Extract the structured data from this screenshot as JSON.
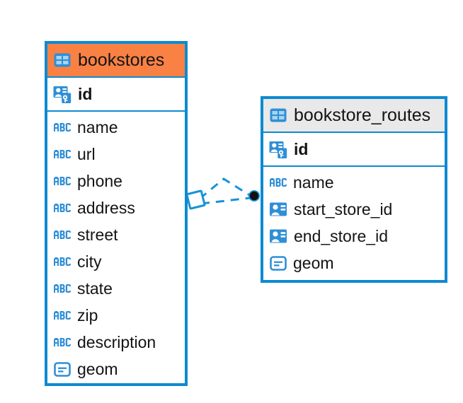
{
  "diagram": {
    "type": "entity-relationship-diagram",
    "background_color": "#ffffff",
    "accent_color": "#0d8ad1",
    "entities": [
      {
        "name": "bookstores",
        "header_icon": "table-icon",
        "header_color": "#f98144",
        "primary_key": {
          "label": "id",
          "icon": "primary-key-icon"
        },
        "fields": [
          {
            "label": "name",
            "icon": "text-abc-icon"
          },
          {
            "label": "url",
            "icon": "text-abc-icon"
          },
          {
            "label": "phone",
            "icon": "text-abc-icon"
          },
          {
            "label": "address",
            "icon": "text-abc-icon"
          },
          {
            "label": "street",
            "icon": "text-abc-icon"
          },
          {
            "label": "city",
            "icon": "text-abc-icon"
          },
          {
            "label": "state",
            "icon": "text-abc-icon"
          },
          {
            "label": "zip",
            "icon": "text-abc-icon"
          },
          {
            "label": "description",
            "icon": "text-abc-icon"
          },
          {
            "label": "geom",
            "icon": "geometry-icon"
          }
        ]
      },
      {
        "name": "bookstore_routes",
        "header_icon": "table-icon",
        "header_color": "#e9e9e9",
        "primary_key": {
          "label": "id",
          "icon": "primary-key-icon"
        },
        "fields": [
          {
            "label": "name",
            "icon": "text-abc-icon"
          },
          {
            "label": "start_store_id",
            "icon": "foreign-key-icon"
          },
          {
            "label": "end_store_id",
            "icon": "foreign-key-icon"
          },
          {
            "label": "geom",
            "icon": "geometry-icon"
          }
        ]
      }
    ],
    "relationship": {
      "from_entity": "bookstores",
      "to_entity": "bookstore_routes",
      "line_style": "dashed",
      "line_color": "#1793d8",
      "source_endpoint": "diamond-endpoint",
      "target_endpoint": "filled-circle-endpoint",
      "branches": 2
    }
  }
}
